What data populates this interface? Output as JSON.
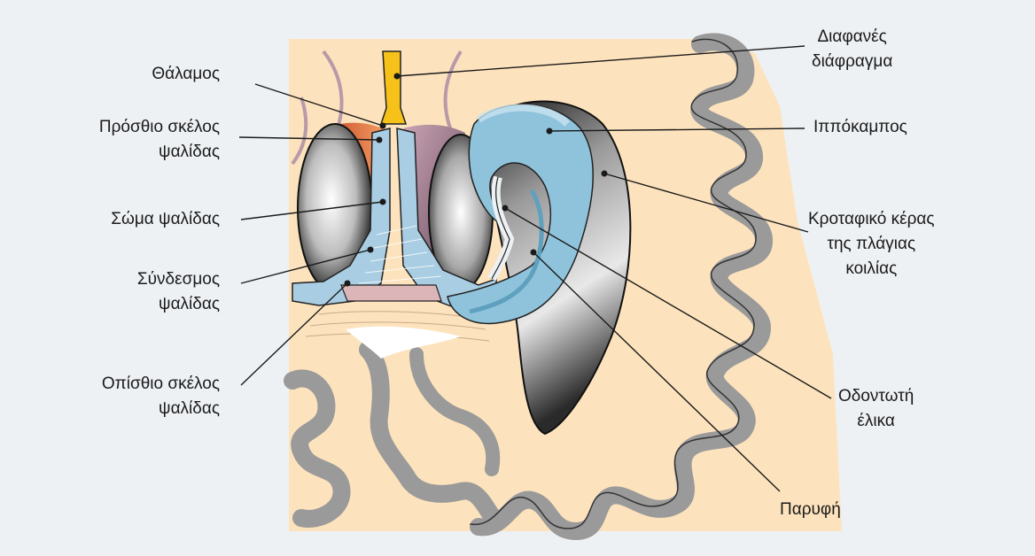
{
  "labels": {
    "thalamus": "Θάλαμος",
    "anterior_crus": [
      "Πρόσθιο σκέλος",
      "ψαλίδας"
    ],
    "fornix_body": "Σώμα ψαλίδας",
    "fornix_commissure": [
      "Σύνδεσμος",
      "ψαλίδας"
    ],
    "posterior_crus": [
      "Οπίσθιο σκέλος",
      "ψαλίδας"
    ],
    "septum": [
      "Διαφανές",
      "διάφραγμα"
    ],
    "hippocampus": "Ιππόκαμπος",
    "temporal_horn": [
      "Κροταφικό κέρας",
      "της πλάγιας",
      "κοιλίας"
    ],
    "dentate_gyrus": [
      "Οδοντωτή",
      "έλικα"
    ],
    "fimbria": "Παρυφή"
  },
  "colors": {
    "background": "#eef1f4",
    "brain_tissue": "#fde3bd",
    "cortex_outline": "#9a9a9a",
    "fornix_blue": "#a9cde2",
    "hippocampus_blue": "#8fc3dc",
    "septum_yellow": "#f6c21a",
    "thalamus_purple": "#a98fa3",
    "thalamus_orange": "#e98b52",
    "commissure_pink": "#dcb5b8"
  }
}
